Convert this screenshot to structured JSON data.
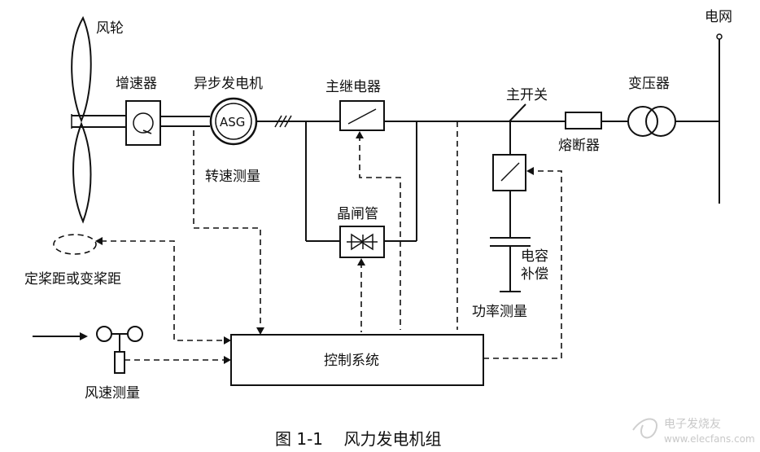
{
  "labels": {
    "rotor": "风轮",
    "gearbox": "增速器",
    "generator": "异步发电机",
    "generator_symbol": "ASG",
    "main_relay": "主继电器",
    "main_switch": "主开关",
    "fuse": "熔断器",
    "transformer": "变压器",
    "grid": "电网",
    "speed_measure": "转速测量",
    "thyristor": "晶闸管",
    "pitch": "定桨距或变桨距",
    "capacitor_1": "电容",
    "capacitor_2": "补偿",
    "power_measure": "功率测量",
    "control_system": "控制系统",
    "wind_speed": "风速测量"
  },
  "caption": "图 1-1    风力发电机组",
  "watermark": {
    "text": "电子发烧友",
    "url": "www.elecfans.com"
  }
}
